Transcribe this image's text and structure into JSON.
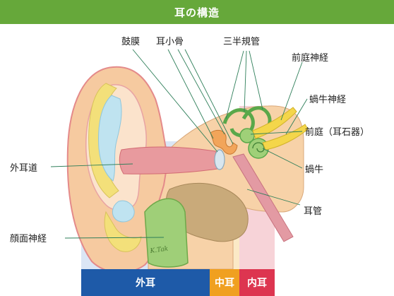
{
  "title": "耳の構造",
  "labels": {
    "eardrum": "鼓膜",
    "ossicles": "耳小骨",
    "semicircular_canals": "三半規管",
    "vestibular_nerve": "前庭神経",
    "cochlear_nerve": "蝸牛神経",
    "vestibule": "前庭（耳石器）",
    "cochlea": "蝸牛",
    "eustachian_tube": "耳管",
    "ear_canal": "外耳道",
    "facial_nerve": "顔面神経"
  },
  "regions": {
    "outer": "外耳",
    "middle": "中耳",
    "inner": "内耳"
  },
  "colors": {
    "title_bar": "#66a83a",
    "outer_band": "#1e5aa8",
    "middle_band": "#f0a020",
    "inner_band": "#dd3550",
    "outer_zone": "#dbe6f5",
    "middle_zone": "#fbe9c6",
    "inner_zone": "#f7d3d8"
  },
  "signature": "K.Tak"
}
